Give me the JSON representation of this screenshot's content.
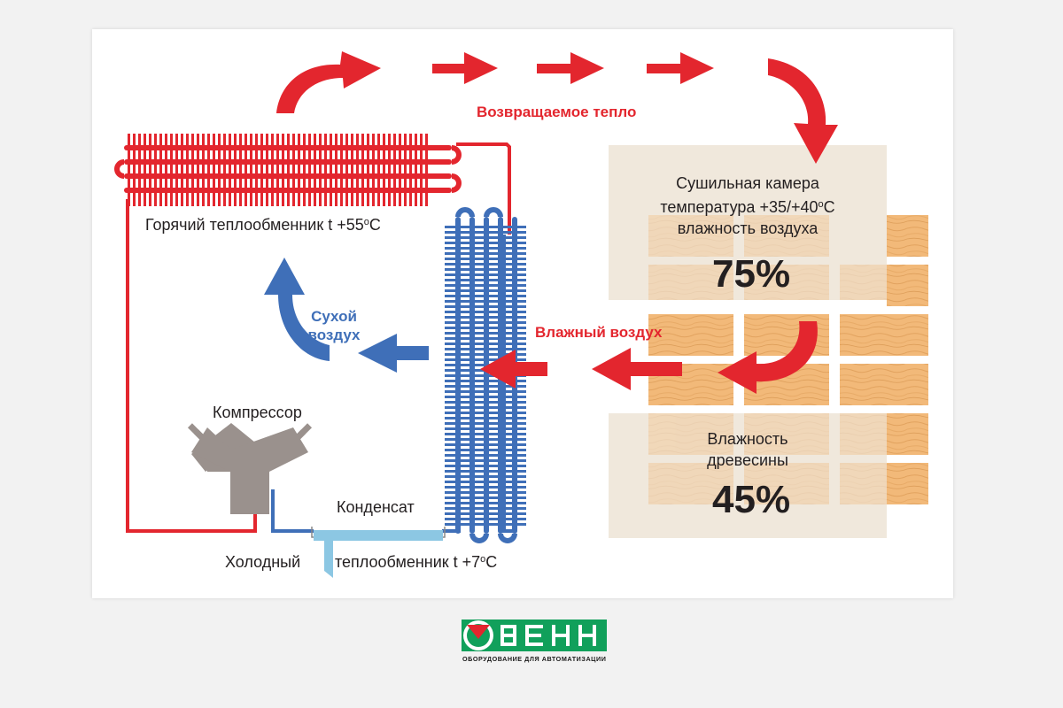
{
  "labels": {
    "returned_heat": "Возвращаемое тепло",
    "hot_exchanger": "Горячий теплообменник t +55",
    "hot_exchanger_unit": "C",
    "dry_air_1": "Сухой",
    "dry_air_2": "воздух",
    "humid_air": "Влажный воздух",
    "compressor": "Компрессор",
    "condensate": "Конденсат",
    "cold_exchanger_1": "Холодный",
    "cold_exchanger_2": "теплообменник t +7",
    "cold_exchanger_unit": "C",
    "degree_sign": "o"
  },
  "chamber": {
    "line1": "Сушильная камера",
    "line2": "температура +35/+40",
    "line2_unit": "C",
    "line3": "влажность воздуха",
    "air_humidity": "75%"
  },
  "wood": {
    "line1": "Влажность",
    "line2": "древесины",
    "moisture": "45%"
  },
  "logo": {
    "tagline": "ОБОРУДОВАНИЕ ДЛЯ АВТОМАТИЗАЦИИ"
  },
  "colors": {
    "hot": "#e3262e",
    "cold": "#3f6fb8",
    "condensate": "#8cc7e3",
    "compressor": "#9a918d",
    "chamber_fill": "#f0e8dc",
    "wood": "#f2b979",
    "logo_green": "#11a05b",
    "logo_red": "#e3262e"
  }
}
